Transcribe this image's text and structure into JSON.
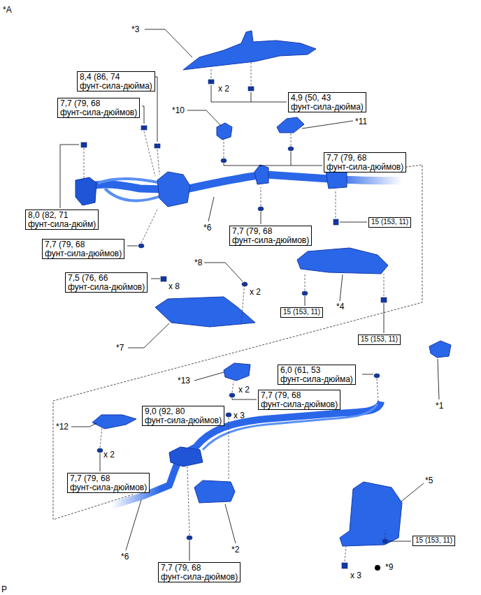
{
  "diagram": {
    "nodes": [
      {
        "text": [
          "8,4 (86, 74 фунт-сила-дюйма)"
        ]
      },
      {
        "text": [
          "4,9 (50, 43 фунт-сила-дюйма)"
        ]
      },
      {
        "text": [
          "7,7 (79, 68 фунт-сила-дюймов)"
        ]
      },
      {
        "text": [
          "7,7 (79, 68 фунт-сила-дюймов)"
        ]
      },
      {
        "text": [
          "8,0 (82, 71 фунт-сила-дюйм)"
        ]
      },
      {
        "text": [
          "15 (153, 11)"
        ]
      },
      {
        "text": [
          "7,7 (79, 68 фунт-сила-дюймов)"
        ]
      },
      {
        "text": [
          "7,7 (79, 68 фунт-сила-дюймов)"
        ]
      },
      {
        "text": [
          "7,5 (76, 66 фунт-сила-дюймов)"
        ]
      },
      {
        "text": [
          "15 (153, 11)"
        ]
      },
      {
        "text": [
          "15 (153, 11)"
        ]
      },
      {
        "text": [
          "6,0 (61, 53 фунт-сила-дюйма)"
        ]
      },
      {
        "text": [
          "7,7 (79, 68 фунт-сила-дюймов)"
        ]
      },
      {
        "text": [
          "9,0 (92, 80 фунт-сила-дюймов)"
        ]
      },
      {
        "text": [
          "7,7 (79, 68 фунт-сила-дюймов)"
        ]
      },
      {
        "text": [
          "15 (153, 11)"
        ]
      },
      {
        "text": [
          "7,7 (79, 68 фунт-сила-дюймов)"
        ]
      }
    ],
    "labels": [
      "*A",
      "*3",
      "x 2",
      "*10",
      "*11",
      "*6",
      "*8",
      "x 8",
      "x 2",
      "*4",
      "*7",
      "*13",
      "x 2",
      "*1",
      "x 3",
      "*12",
      "x 2",
      "*5",
      "*2",
      "*6",
      "*9",
      "x 3",
      "P"
    ]
  }
}
